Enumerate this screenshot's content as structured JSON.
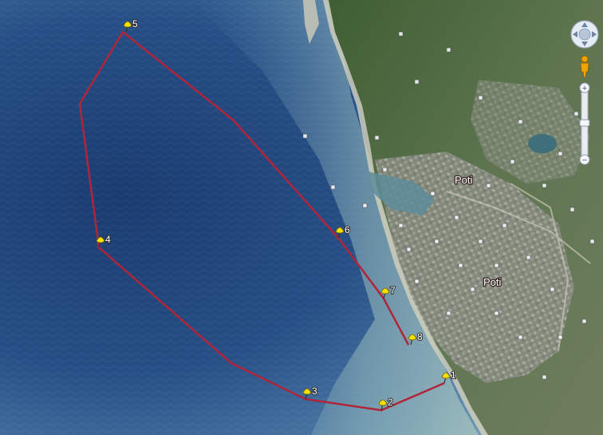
{
  "map": {
    "labels": {
      "town_primary": "Poti",
      "town_secondary": "Poti"
    },
    "route": {
      "color": "#b0253a",
      "waypoints": [
        {
          "label": "1"
        },
        {
          "label": "2"
        },
        {
          "label": "3"
        },
        {
          "label": "4"
        },
        {
          "label": "5"
        },
        {
          "label": "6"
        },
        {
          "label": "7"
        },
        {
          "label": "8"
        }
      ]
    },
    "colors": {
      "sea_deep": "#1b3a6e",
      "sea_mid": "#3e6a9c",
      "sea_shallow": "#7ea8b5",
      "land": "#5b7046",
      "pin": "#f4e000"
    }
  },
  "controls": {
    "navigation_icon": "nav-compass-icon",
    "street_view_icon": "pegman-icon",
    "zoom_in_label": "+",
    "zoom_out_label": "−"
  }
}
